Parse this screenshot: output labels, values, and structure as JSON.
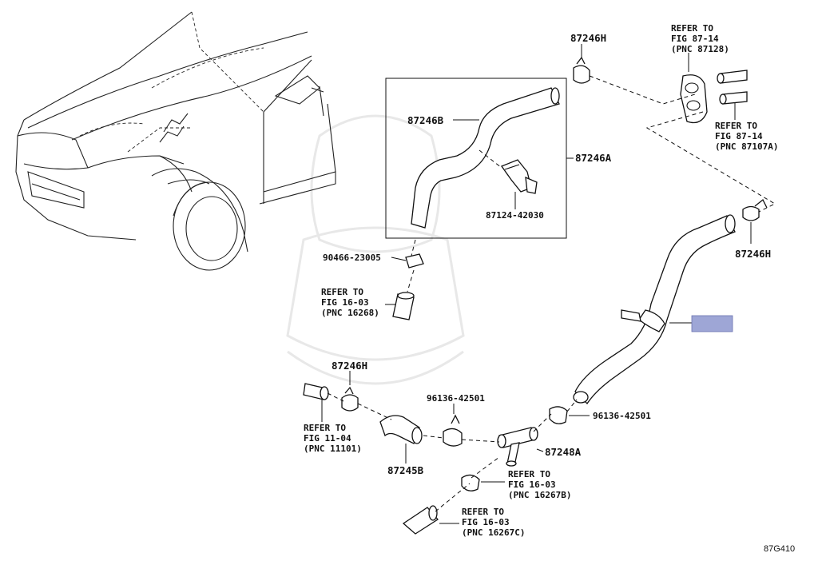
{
  "figure_code": "87G410",
  "highlight_color": "#9ea6d6",
  "labels": {
    "h_top": "87246H",
    "h_right": "87246H",
    "h_left": "87246H",
    "b": "87246B",
    "a": "87246A",
    "valve": "87124-42030",
    "clip": "90466-23005",
    "clamp_mid": "96136-42501",
    "clamp_right": "96136-42501",
    "hose_b": "87245B",
    "joint_a": "87248A"
  },
  "refs": {
    "r1": {
      "refer": "REFER TO",
      "fig": "FIG 87-14",
      "pnc": "(PNC 87128)"
    },
    "r2": {
      "refer": "REFER TO",
      "fig": "FIG 87-14",
      "pnc": "(PNC 87107A)"
    },
    "r3": {
      "refer": "REFER TO",
      "fig": "FIG 16-03",
      "pnc": "(PNC 16268)"
    },
    "r4": {
      "refer": "REFER TO",
      "fig": "FIG 11-04",
      "pnc": "(PNC 11101)"
    },
    "r5": {
      "refer": "REFER TO",
      "fig": "FIG 16-03",
      "pnc": "(PNC 16267B)"
    },
    "r6": {
      "refer": "REFER TO",
      "fig": "FIG 16-03",
      "pnc": "(PNC 16267C)"
    }
  }
}
